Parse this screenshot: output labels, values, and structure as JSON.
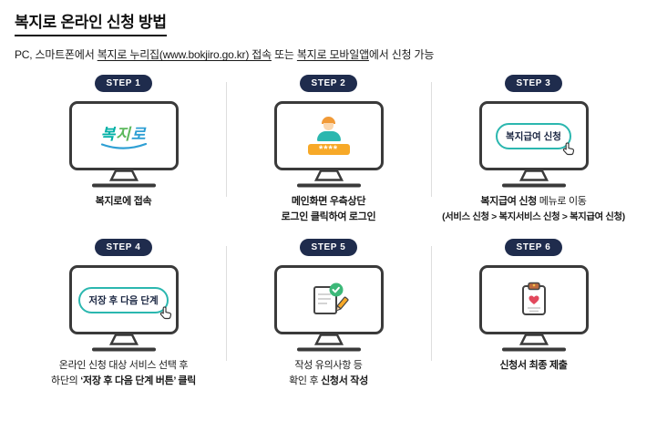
{
  "header": {
    "title": "복지로 온라인 신청 방법",
    "subtitle_segments": [
      "PC, 스마트폰에서 ",
      "복지로 누리집(www.bokjiro.go.kr) 접속",
      " 또는 ",
      "복지로 모바일앱",
      "에서 신청 가능"
    ]
  },
  "colors": {
    "badge_navy": "#1F2C4D",
    "teal": "#2BB7AF",
    "orange": "#F7A928",
    "green": "#3CB878",
    "heart_red": "#E2485C",
    "logo_blue": "#2E9FD4"
  },
  "steps": [
    {
      "badge": "STEP 1",
      "screen": {
        "logo_chars": [
          "복",
          "지",
          "로"
        ]
      },
      "caption": [
        [
          "복지로에 접속"
        ]
      ]
    },
    {
      "badge": "STEP 2",
      "screen": {
        "password_mask": "****"
      },
      "caption": [
        [
          "메인화면 우측상단"
        ],
        [
          "로그인 클릭하여 로그인"
        ]
      ]
    },
    {
      "badge": "STEP 3",
      "screen": {
        "button_label": "복지급여 신청"
      },
      "caption": [
        [
          "복지급여 신청",
          " 메뉴로 이동"
        ],
        [
          "(서비스 신청 > 복지서비스 신청 > 복지급여 신청)"
        ]
      ]
    },
    {
      "badge": "STEP 4",
      "screen": {
        "button_label": "저장 후 다음 단계"
      },
      "caption": [
        [
          "온라인 신청 대상 서비스 선택 후"
        ],
        [
          "하단의 ",
          "‘저장 후 다음 단계 버튼’ 클릭"
        ]
      ]
    },
    {
      "badge": "STEP 5",
      "screen": {
        "icon": "document-check-pencil-icon"
      },
      "caption": [
        [
          "작성 유의사항 등"
        ],
        [
          "확인 후 ",
          "신청서 작성"
        ]
      ]
    },
    {
      "badge": "STEP 6",
      "screen": {
        "icon": "clipboard-heart-icon"
      },
      "caption": [
        [
          "신청서 최종 제출"
        ]
      ]
    }
  ]
}
